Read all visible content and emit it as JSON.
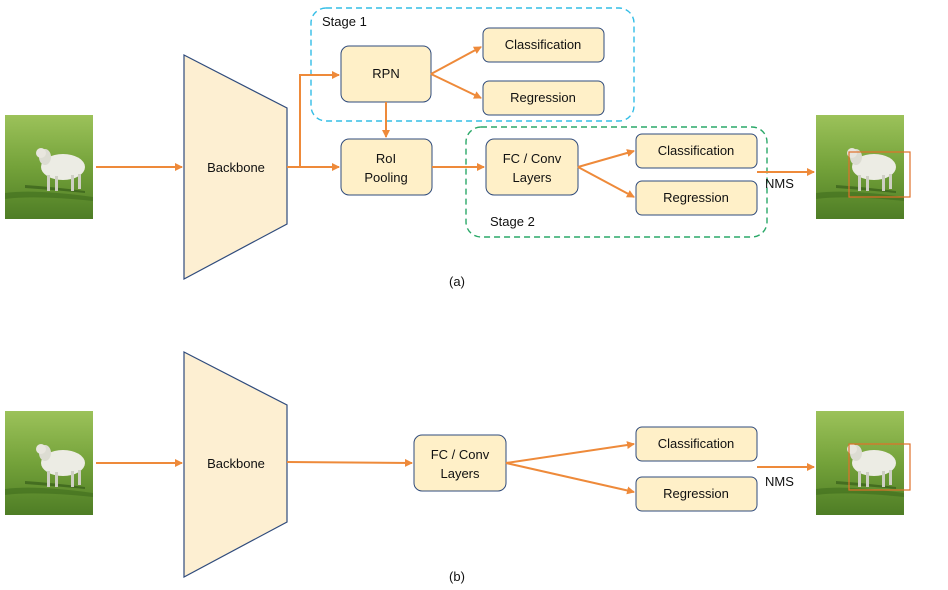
{
  "colors": {
    "box_fill": "#fff0c8",
    "box_stroke": "#2f4b7c",
    "backbone_fill": "#fdefd2",
    "arrow": "#ee8a3a",
    "stage1_border": "#33bde6",
    "stage2_border": "#2aa868",
    "bbox": "#e0702a",
    "grass_light": "#8bb34a",
    "grass_dark": "#4e7d25"
  },
  "icons": {
    "input_image": "sheep-photo",
    "output_image": "sheep-photo-with-box"
  },
  "diagram_a": {
    "caption": "(a)",
    "backbone": "Backbone",
    "stage1_label": "Stage 1",
    "stage2_label": "Stage 2",
    "rpn": "RPN",
    "stage1_classification": "Classification",
    "stage1_regression": "Regression",
    "roi_line1": "RoI",
    "roi_line2": "Pooling",
    "head_line1": "FC / Conv",
    "head_line2": "Layers",
    "classification": "Classification",
    "regression": "Regression",
    "nms": "NMS"
  },
  "diagram_b": {
    "caption": "(b)",
    "backbone": "Backbone",
    "head_line1": "FC / Conv",
    "head_line2": "Layers",
    "classification": "Classification",
    "regression": "Regression",
    "nms": "NMS"
  }
}
